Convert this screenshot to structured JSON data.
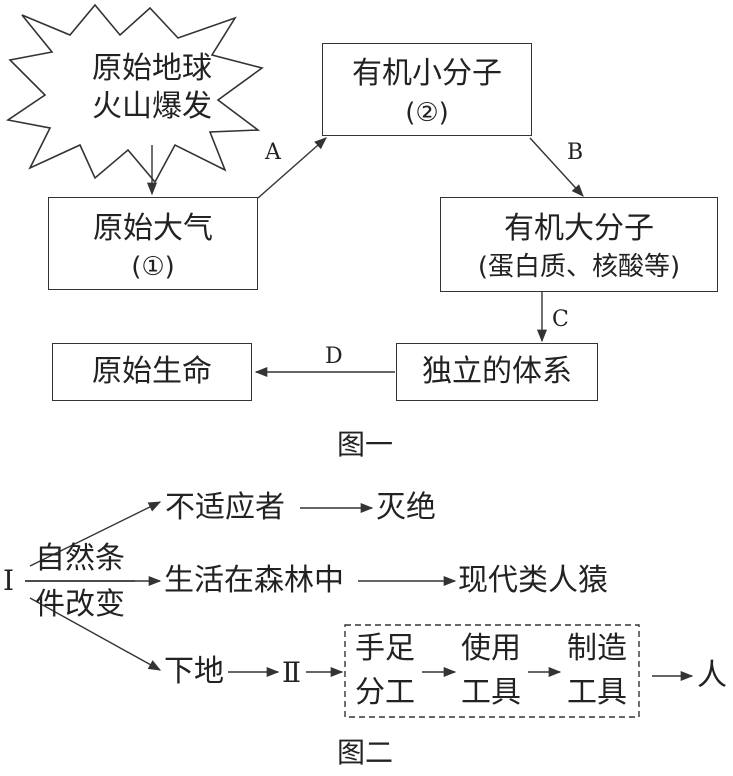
{
  "figure1": {
    "burst_line1": "原始地球",
    "burst_line2": "火山爆发",
    "atmosphere_line1": "原始大气",
    "atmosphere_line2": "(①)",
    "small_mol_line1": "有机小分子",
    "small_mol_line2": "(②)",
    "large_mol_line1": "有机大分子",
    "large_mol_line2": "(蛋白质、核酸等)",
    "system": "独立的体系",
    "life": "原始生命",
    "label_a": "A",
    "label_b": "B",
    "label_c": "C",
    "label_d": "D",
    "caption": "图一"
  },
  "figure2": {
    "label_i": "I",
    "nature_line1": "自然条",
    "nature_line2": "件改变",
    "unfit": "不适应者",
    "extinct": "灭绝",
    "forest": "生活在森林中",
    "apes": "现代类人猿",
    "ground": "下地",
    "label_ii": "Ⅱ",
    "hands_line1": "手足",
    "hands_line2": "分工",
    "use_line1": "使用",
    "use_line2": "工具",
    "make_line1": "制造",
    "make_line2": "工具",
    "human": "人",
    "caption": "图二"
  }
}
